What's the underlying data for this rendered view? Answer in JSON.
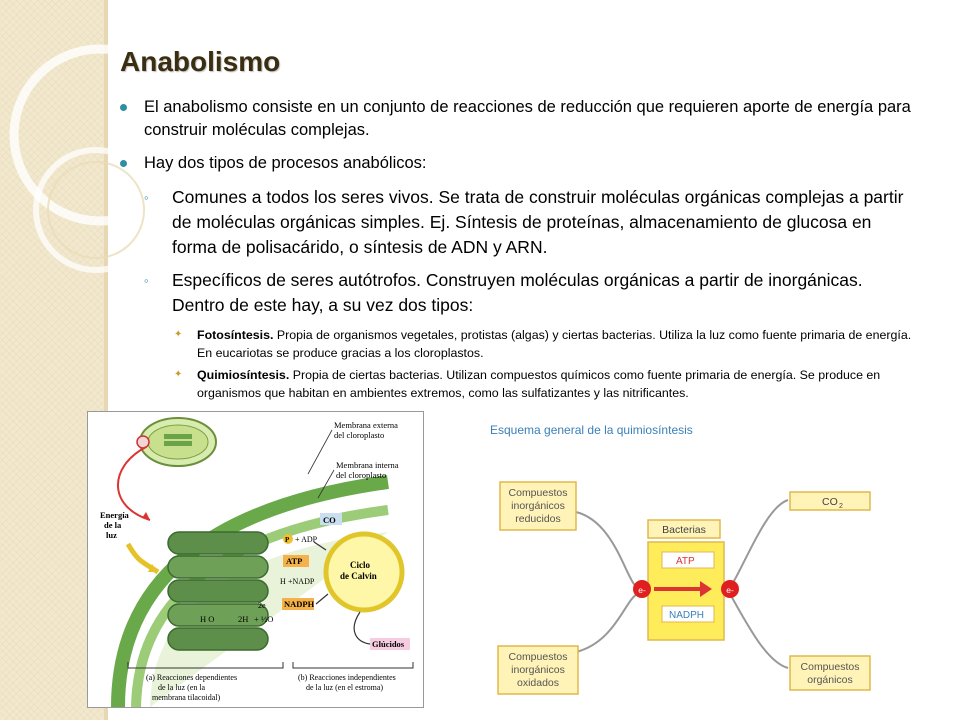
{
  "slide": {
    "title": "Anabolismo",
    "bullets": [
      "El anabolismo consiste en un conjunto de reacciones  de reducción que requieren aporte de energía para construir moléculas complejas.",
      "Hay dos tipos de procesos anabólicos:"
    ],
    "sub_bullets": [
      "Comunes a todos los seres vivos. Se trata de construir moléculas orgánicas complejas a partir de moléculas orgánicas simples. Ej. Síntesis de proteínas, almacenamiento de glucosa en forma de polisacárido, o síntesis de ADN y ARN.",
      "Específicos de seres autótrofos. Construyen moléculas orgánicas a partir de inorgánicas. Dentro de este hay, a su vez dos tipos:"
    ],
    "sub_sub_bullets": [
      {
        "term": "Fotosíntesis.",
        "text": " Propia de organismos vegetales, protistas (algas) y ciertas bacterias. Utiliza la luz como fuente primaria de energía. En eucariotas se produce gracias a los cloroplastos."
      },
      {
        "term": "Quimiosíntesis.",
        "text": " Propia de ciertas bacterias. Utilizan compuestos químicos como fuente primaria de energía. Se produce en organismos que habitan en ambientes extremos, como las sulfatizantes y las nitrificantes."
      }
    ],
    "bullet_color": "#2e8ea3",
    "title_color": "#3b2d10"
  },
  "photosynthesis_figure": {
    "label_membrana_externa_1": "Membrana externa",
    "label_membrana_externa_2": "del cloroplasto",
    "label_membrana_interna_1": "Membrana interna",
    "label_membrana_interna_2": "del cloroplasto",
    "label_energia_1": "Energía",
    "label_energia_2": "de la",
    "label_energia_3": "luz",
    "co2": "CO",
    "p": "P",
    "adp": "+ ADP",
    "atp": "ATP",
    "h_nadp": "H",
    "nadp": "+NADP",
    "nadph": "NADPH",
    "ciclo_1": "Ciclo",
    "ciclo_2": "de Calvin",
    "two_e": "2e",
    "h2o": "H O",
    "two_h": "2H",
    "half_o2": "+ ½O",
    "glucidos": "Glúcidos",
    "caption_a_1": "(a) Reacciones dependientes",
    "caption_a_2": "de la luz (en la",
    "caption_a_3": "membrana tilacoidal)",
    "caption_b_1": "(b) Reacciones independientes",
    "caption_b_2": "de la luz (en el estroma)"
  },
  "chemosynthesis_figure": {
    "title": "Esquema general de la quimiosíntesis",
    "reduced_1": "Compuestos",
    "reduced_2": "inorgánicos",
    "reduced_3": "reducidos",
    "oxidized_1": "Compuestos",
    "oxidized_2": "inorgánicos",
    "oxidized_3": "oxidados",
    "bacterias": "Bacterias",
    "atp": "ATP",
    "nadph": "NADPH",
    "co2": "CO",
    "co2_sub": "2",
    "organic_1": "Compuestos",
    "organic_2": "orgánicos",
    "e_left": "e-",
    "e_right": "e-"
  }
}
